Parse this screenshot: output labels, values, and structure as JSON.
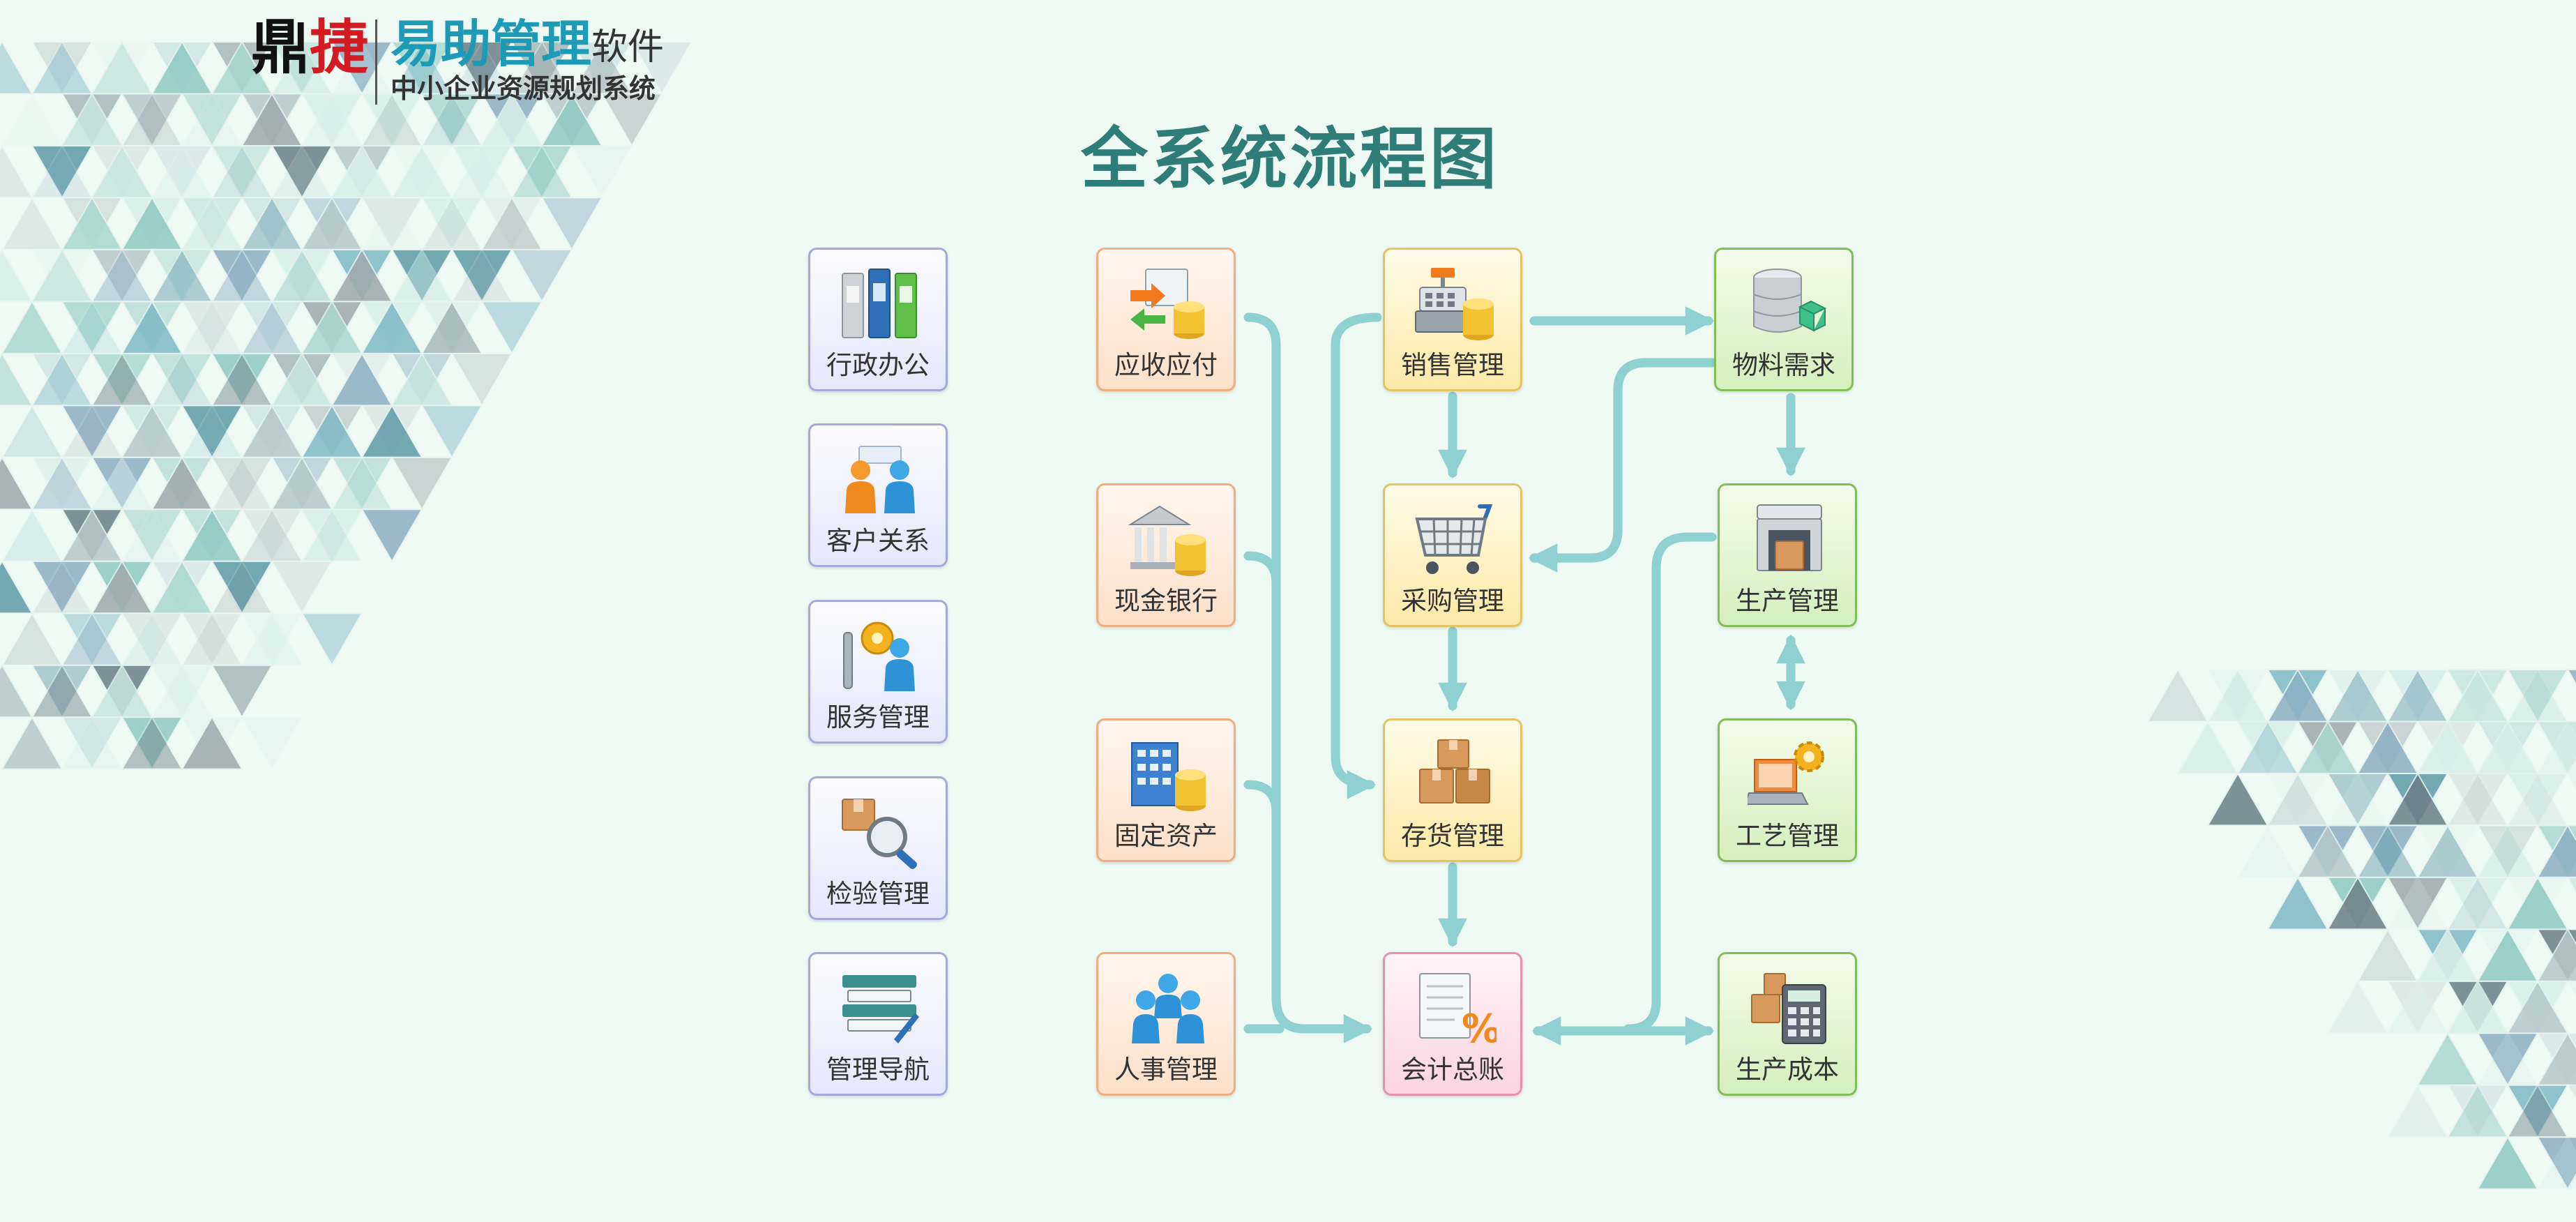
{
  "logo": {
    "brand_a": "鼎",
    "brand_b": "捷",
    "product": "易助管理",
    "suffix": "软件",
    "tagline": "中小企业资源规划系统"
  },
  "title": "全系统流程图",
  "colors": {
    "arrow": "#8fd0d0",
    "title": "#2e7d77",
    "brand_red": "#d21b22",
    "brand_teal": "#1d9bb6"
  },
  "modules": {
    "admin_office": {
      "label": "行政办公",
      "icon": "binders-icon"
    },
    "customer": {
      "label": "客户关系",
      "icon": "people-icon"
    },
    "service": {
      "label": "服务管理",
      "icon": "service-worker-icon"
    },
    "inspection": {
      "label": "检验管理",
      "icon": "inspection-magnifier-icon"
    },
    "navigation": {
      "label": "管理导航",
      "icon": "navigation-stack-icon"
    },
    "ar_ap": {
      "label": "应收应付",
      "icon": "receivable-payable-icon"
    },
    "cash_bank": {
      "label": "现金银行",
      "icon": "bank-icon"
    },
    "fixed_assets": {
      "label": "固定资产",
      "icon": "building-coins-icon"
    },
    "hr": {
      "label": "人事管理",
      "icon": "staff-icon"
    },
    "sales": {
      "label": "销售管理",
      "icon": "cash-register-icon"
    },
    "purchase": {
      "label": "采购管理",
      "icon": "shopping-cart-icon"
    },
    "inventory": {
      "label": "存货管理",
      "icon": "boxes-icon"
    },
    "general_ledger": {
      "label": "会计总账",
      "icon": "ledger-percent-icon"
    },
    "mrp": {
      "label": "物料需求",
      "icon": "database-icon"
    },
    "production": {
      "label": "生产管理",
      "icon": "production-machine-icon"
    },
    "process": {
      "label": "工艺管理",
      "icon": "laptop-gear-icon"
    },
    "prod_cost": {
      "label": "生产成本",
      "icon": "calculator-boxes-icon"
    }
  }
}
